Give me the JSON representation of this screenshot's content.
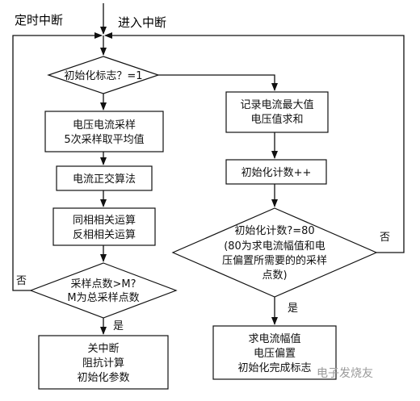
{
  "labels": {
    "timer_interrupt": "定时中断",
    "enter_interrupt": "进入中断",
    "no_left": "否",
    "no_right": "否",
    "yes_left": "是",
    "yes_right": "是"
  },
  "nodes": {
    "init_flag": {
      "line1": "初始化标志？=1"
    },
    "sampling": {
      "line1": "电压电流采样",
      "line2": "5次采样取平均值"
    },
    "orthogonal": {
      "line1": "电流正交算法"
    },
    "correlation": {
      "line1": "同相相关运算",
      "line2": "反相相关运算"
    },
    "sample_points": {
      "line1": "采样点数>M?",
      "line2": "M为总采样点数"
    },
    "close_interrupt": {
      "line1": "关中断",
      "line2": "阻抗计算",
      "line3": "初始化参数"
    },
    "record": {
      "line1": "记录电流最大值",
      "line2": "电压值求和"
    },
    "init_count": {
      "line1": "初始化计数++"
    },
    "count_check": {
      "line1": "初始化计数?=80",
      "line2": "(80为求电流幅值和电",
      "line3": "压偏置所需要的的采样",
      "line4": "点数)"
    },
    "result": {
      "line1": "求电流幅值",
      "line2": "电压偏置",
      "line3": "初始化完成标志"
    }
  },
  "watermark": "电子发烧友"
}
